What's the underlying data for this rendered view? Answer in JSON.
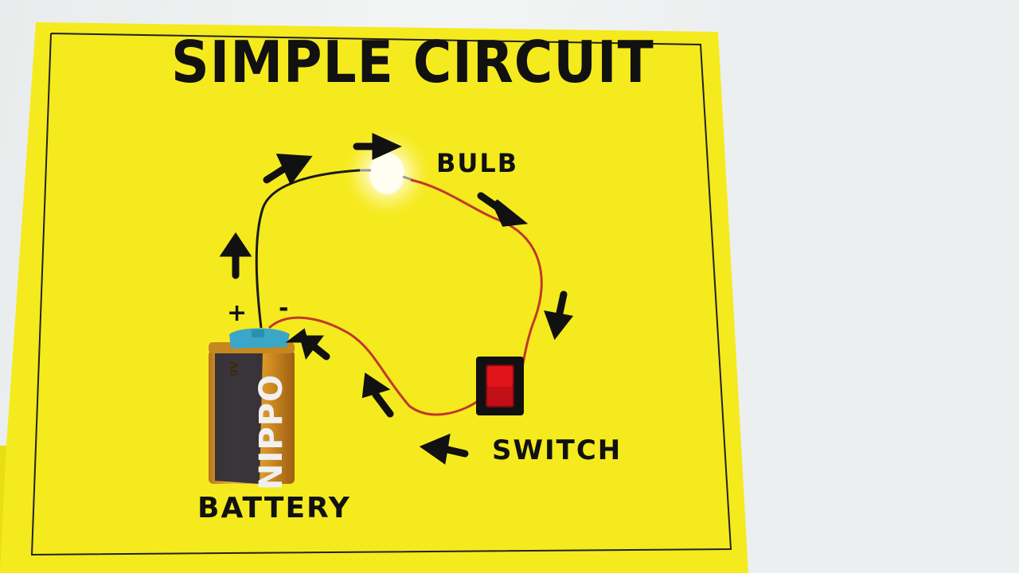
{
  "poster": {
    "title": "SIMPLE CIRCUIT",
    "labels": {
      "bulb": "BULB",
      "switch": "SWITCH",
      "battery": "BATTERY",
      "plus": "+",
      "minus": "-"
    },
    "battery_print": {
      "brand": "NIPPO",
      "voltage": "9V"
    }
  },
  "colors": {
    "poster_yellow": "#f5ea1e",
    "wire_black": "#1a1a1a",
    "wire_red": "#c0392b",
    "battery_gold": "#d79a2a",
    "battery_label": "#2a2a3a",
    "battery_cap_blue": "#3aa6c8",
    "switch_red": "#e0131a",
    "bulb_glow": "#fffbe0"
  },
  "icons": [
    "arrow-icon",
    "bulb-icon",
    "battery-icon",
    "switch-icon"
  ]
}
